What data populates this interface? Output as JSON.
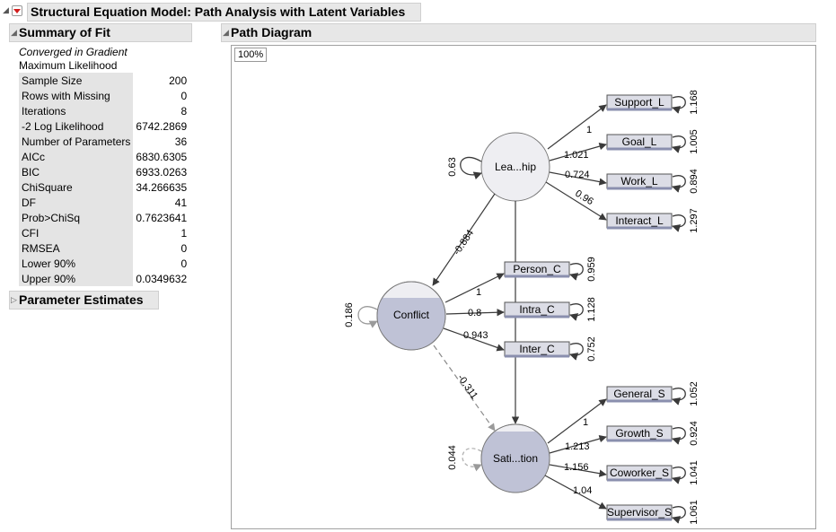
{
  "window": {
    "title": "Structural Equation Model: Path Analysis with Latent Variables"
  },
  "summary": {
    "header": "Summary of Fit",
    "status": "Converged in Gradient",
    "method": "Maximum Likelihood",
    "rows": [
      {
        "label": "Sample Size",
        "value": "200"
      },
      {
        "label": "Rows with Missing",
        "value": "0"
      },
      {
        "label": "Iterations",
        "value": "8"
      },
      {
        "label": "-2 Log Likelihood",
        "value": "6742.2869"
      },
      {
        "label": "Number of Parameters",
        "value": "36"
      },
      {
        "label": "AICc",
        "value": "6830.6305"
      },
      {
        "label": "BIC",
        "value": "6933.0263"
      },
      {
        "label": "ChiSquare",
        "value": "34.266635"
      },
      {
        "label": "DF",
        "value": "41"
      },
      {
        "label": "Prob>ChiSq",
        "value": "0.7623641"
      },
      {
        "label": "CFI",
        "value": "1"
      },
      {
        "label": "RMSEA",
        "value": "0"
      },
      {
        "label": "Lower 90%",
        "value": "0"
      },
      {
        "label": "Upper 90%",
        "value": "0.0349632"
      }
    ]
  },
  "parameter_estimates": {
    "header": "Parameter Estimates"
  },
  "diagram": {
    "header": "Path Diagram",
    "zoom": "100%",
    "latents": {
      "leadership": "Lea...hip",
      "conflict": "Conflict",
      "satisfaction": "Sati...tion"
    },
    "latent_variances": {
      "leadership": "0.63",
      "conflict": "0.186",
      "satisfaction": "0.044"
    },
    "indicators": {
      "support": "Support_L",
      "goal": "Goal_L",
      "work": "Work_L",
      "interact": "Interact_L",
      "person": "Person_C",
      "intra": "Intra_C",
      "inter": "Inter_C",
      "general": "General_S",
      "growth": "Growth_S",
      "coworker": "Coworker_S",
      "supervisor": "Supervisor_S"
    },
    "residuals": {
      "support": "1.168",
      "goal": "1.005",
      "work": "0.894",
      "interact": "1.297",
      "person": "0.959",
      "intra": "1.128",
      "inter": "0.752",
      "general": "1.052",
      "growth": "0.924",
      "coworker": "1.041",
      "supervisor": "1.061"
    },
    "loadings": {
      "support": "1",
      "goal": "1.021",
      "work": "0.724",
      "interact": "0.96",
      "person": "1",
      "intra": "0.8",
      "inter": "0.943",
      "general": "1",
      "growth": "1.213",
      "coworker": "1.156",
      "supervisor": "1.04"
    },
    "structural": {
      "lead_conflict": "-0.884",
      "conflict_sat": "-0.311",
      "lead_sat": "0"
    },
    "colors": {
      "latent_fill": "#eeeef2",
      "latent_fill_dark": "#bfc2d6",
      "indicator_fill": "#dcdde6",
      "arrow": "#3a3a3a"
    }
  }
}
